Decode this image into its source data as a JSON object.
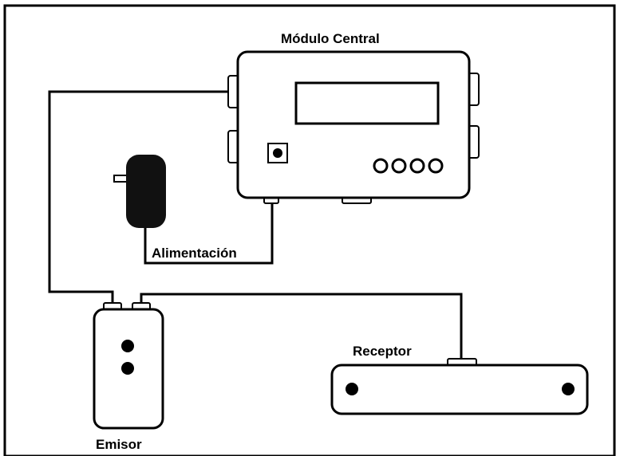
{
  "labels": {
    "central": "Módulo Central",
    "power": "Alimentación",
    "emitter": "Emisor",
    "receiver": "Receptor"
  },
  "colors": {
    "stroke": "#000000",
    "background": "#ffffff",
    "adapter": "#111111"
  },
  "central_module": {
    "buttons": [
      "button",
      "button",
      "button",
      "button"
    ],
    "display": "lcd-display"
  },
  "emitter": {
    "indicators": [
      "led",
      "led"
    ]
  },
  "receiver": {
    "indicators": [
      "led",
      "led"
    ]
  },
  "icons": [
    "power-adapter-icon"
  ]
}
